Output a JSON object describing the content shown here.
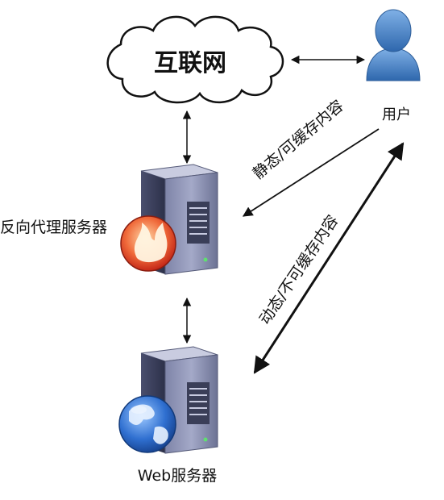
{
  "internet": {
    "label": "互联网"
  },
  "user": {
    "label": "用户"
  },
  "reverse_proxy": {
    "label": "反向代理服务器"
  },
  "web_server": {
    "label": "Web服务器"
  },
  "edges": {
    "static_content": "静态/可缓存内容",
    "dynamic_content": "动态/不可缓存内容"
  },
  "colors": {
    "server_body": "#8c92b4",
    "user_figure": "#4f86c6",
    "flame": "#e8402a",
    "globe": "#2f6fd0"
  }
}
